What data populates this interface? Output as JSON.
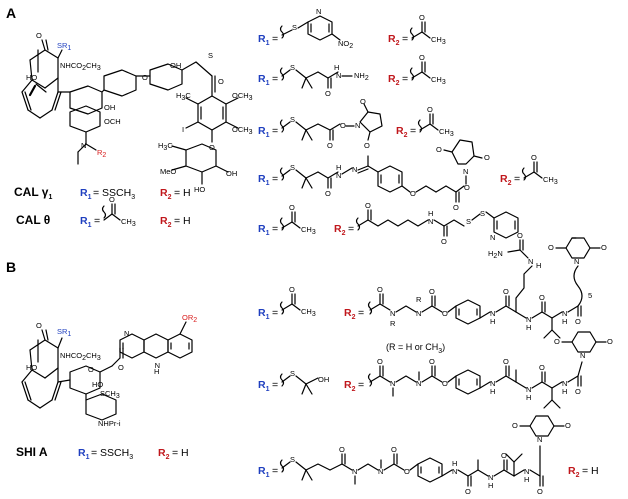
{
  "panels": {
    "a": "A",
    "b": "B"
  },
  "cal_gamma": {
    "name": "CAL γ",
    "name_sub": "1",
    "r1_label": "R",
    "r1_sub": "1",
    "r1_value": " = SSCH",
    "r1_value_sub": "3",
    "r2_label": "R",
    "r2_sub": "2",
    "r2_value": " = H"
  },
  "cal_theta": {
    "name": "CAL θ",
    "r1_label": "R",
    "r1_sub": "1",
    "r2_label": "R",
    "r2_sub": "2",
    "r2_value": " = H"
  },
  "shi_a": {
    "name": "SHI A",
    "r1_label": "R",
    "r1_sub": "1",
    "r1_value": " = SSCH",
    "r1_value_sub": "3",
    "r2_label": "R",
    "r2_sub": "2",
    "r2_value": " = H"
  },
  "rows_a": [
    {
      "r1": "R",
      "r1_sub": "1",
      "r2": "R",
      "r2_sub": "2"
    },
    {
      "r1": "R",
      "r1_sub": "1",
      "r2": "R",
      "r2_sub": "2"
    },
    {
      "r1": "R",
      "r1_sub": "1",
      "r2": "R",
      "r2_sub": "2"
    },
    {
      "r1": "R",
      "r1_sub": "1",
      "r2": "R",
      "r2_sub": "2"
    },
    {
      "r1": "R",
      "r1_sub": "1",
      "r2": "R",
      "r2_sub": "2"
    }
  ],
  "rows_b": [
    {
      "r1": "R",
      "r1_sub": "1",
      "r2": "R",
      "r2_sub": "2"
    },
    {
      "r1": "R",
      "r1_sub": "1",
      "r2": "R",
      "r2_sub": "2"
    },
    {
      "r1": "R",
      "r1_sub": "1",
      "r2": "R",
      "r2_sub": "2",
      "r2_value": " = H"
    }
  ],
  "note_r": "(R = H or CH",
  "note_r_sub": "3",
  "note_r_end": ")",
  "atoms": {
    "sr1": "SR",
    "sr1_sub": "1",
    "nhco2ch3": "NHCO",
    "nhco2ch3_sub": "2",
    "nhco2ch3_end": "CH",
    "nhco2ch3_sub2": "3",
    "ho": "HO",
    "oh": "OH",
    "o": "O",
    "s": "S",
    "n": "N",
    "nh": "NH",
    "nh2": "NH",
    "nh2_sub": "2",
    "no2": "NO",
    "no2_sub": "2",
    "och3": "OCH",
    "och3_sub": "3",
    "ch3": "CH",
    "ch3_sub": "3",
    "h3c": "H",
    "h3c_end": "C",
    "i": "I",
    "me_o": "MeO",
    "r2": "R",
    "r2_sub": "2",
    "or2": "OR",
    "or2_sub": "2",
    "h2n": "H",
    "h2n_end": "N",
    "nhpri": "NHPr-i",
    "five": "5",
    "r": "R",
    "ho_short": "HO",
    "sch3": "SCH",
    "sch3_sub": "3"
  }
}
